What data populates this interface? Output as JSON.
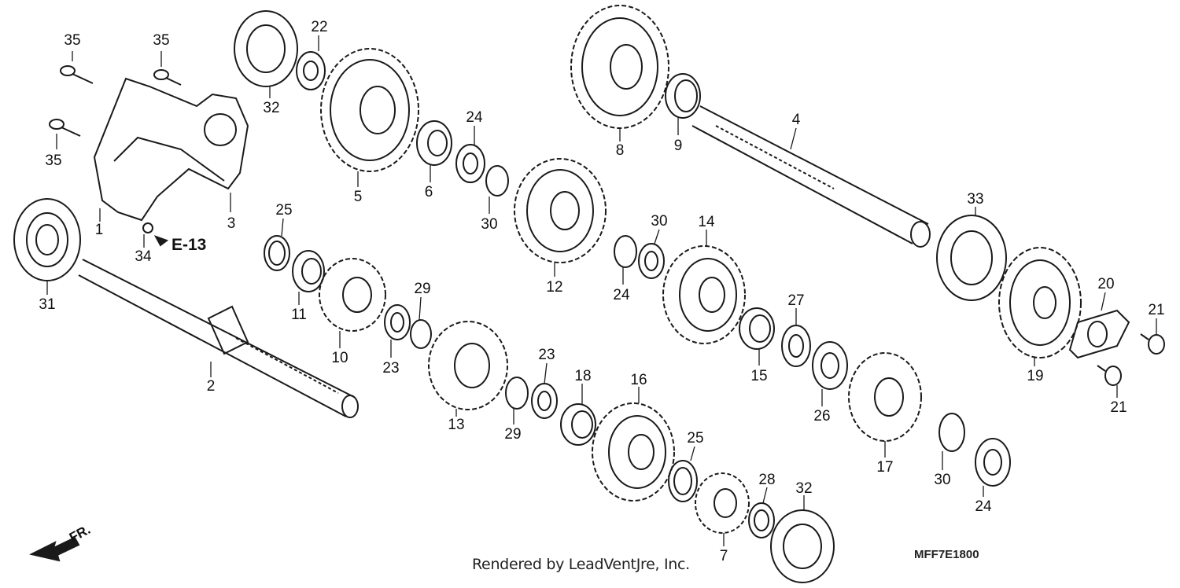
{
  "footer": {
    "credit": "Rendered by LeadVentJre, Inc.",
    "code": "MFF7E1800"
  },
  "callout": {
    "ref": "E-13"
  },
  "front_marker": {
    "text": "FR."
  },
  "parts": [
    {
      "n": "35"
    },
    {
      "n": "35"
    },
    {
      "n": "35"
    },
    {
      "n": "1"
    },
    {
      "n": "3"
    },
    {
      "n": "34"
    },
    {
      "n": "31"
    },
    {
      "n": "2"
    },
    {
      "n": "32"
    },
    {
      "n": "22"
    },
    {
      "n": "5"
    },
    {
      "n": "6"
    },
    {
      "n": "24"
    },
    {
      "n": "30"
    },
    {
      "n": "25"
    },
    {
      "n": "11"
    },
    {
      "n": "10"
    },
    {
      "n": "29"
    },
    {
      "n": "23"
    },
    {
      "n": "13"
    },
    {
      "n": "23"
    },
    {
      "n": "29"
    },
    {
      "n": "18"
    },
    {
      "n": "12"
    },
    {
      "n": "8"
    },
    {
      "n": "9"
    },
    {
      "n": "4"
    },
    {
      "n": "24"
    },
    {
      "n": "30"
    },
    {
      "n": "14"
    },
    {
      "n": "16"
    },
    {
      "n": "25"
    },
    {
      "n": "7"
    },
    {
      "n": "28"
    },
    {
      "n": "32"
    },
    {
      "n": "15"
    },
    {
      "n": "27"
    },
    {
      "n": "26"
    },
    {
      "n": "17"
    },
    {
      "n": "30"
    },
    {
      "n": "24"
    },
    {
      "n": "33"
    },
    {
      "n": "19"
    },
    {
      "n": "20"
    },
    {
      "n": "21"
    },
    {
      "n": "21"
    }
  ]
}
